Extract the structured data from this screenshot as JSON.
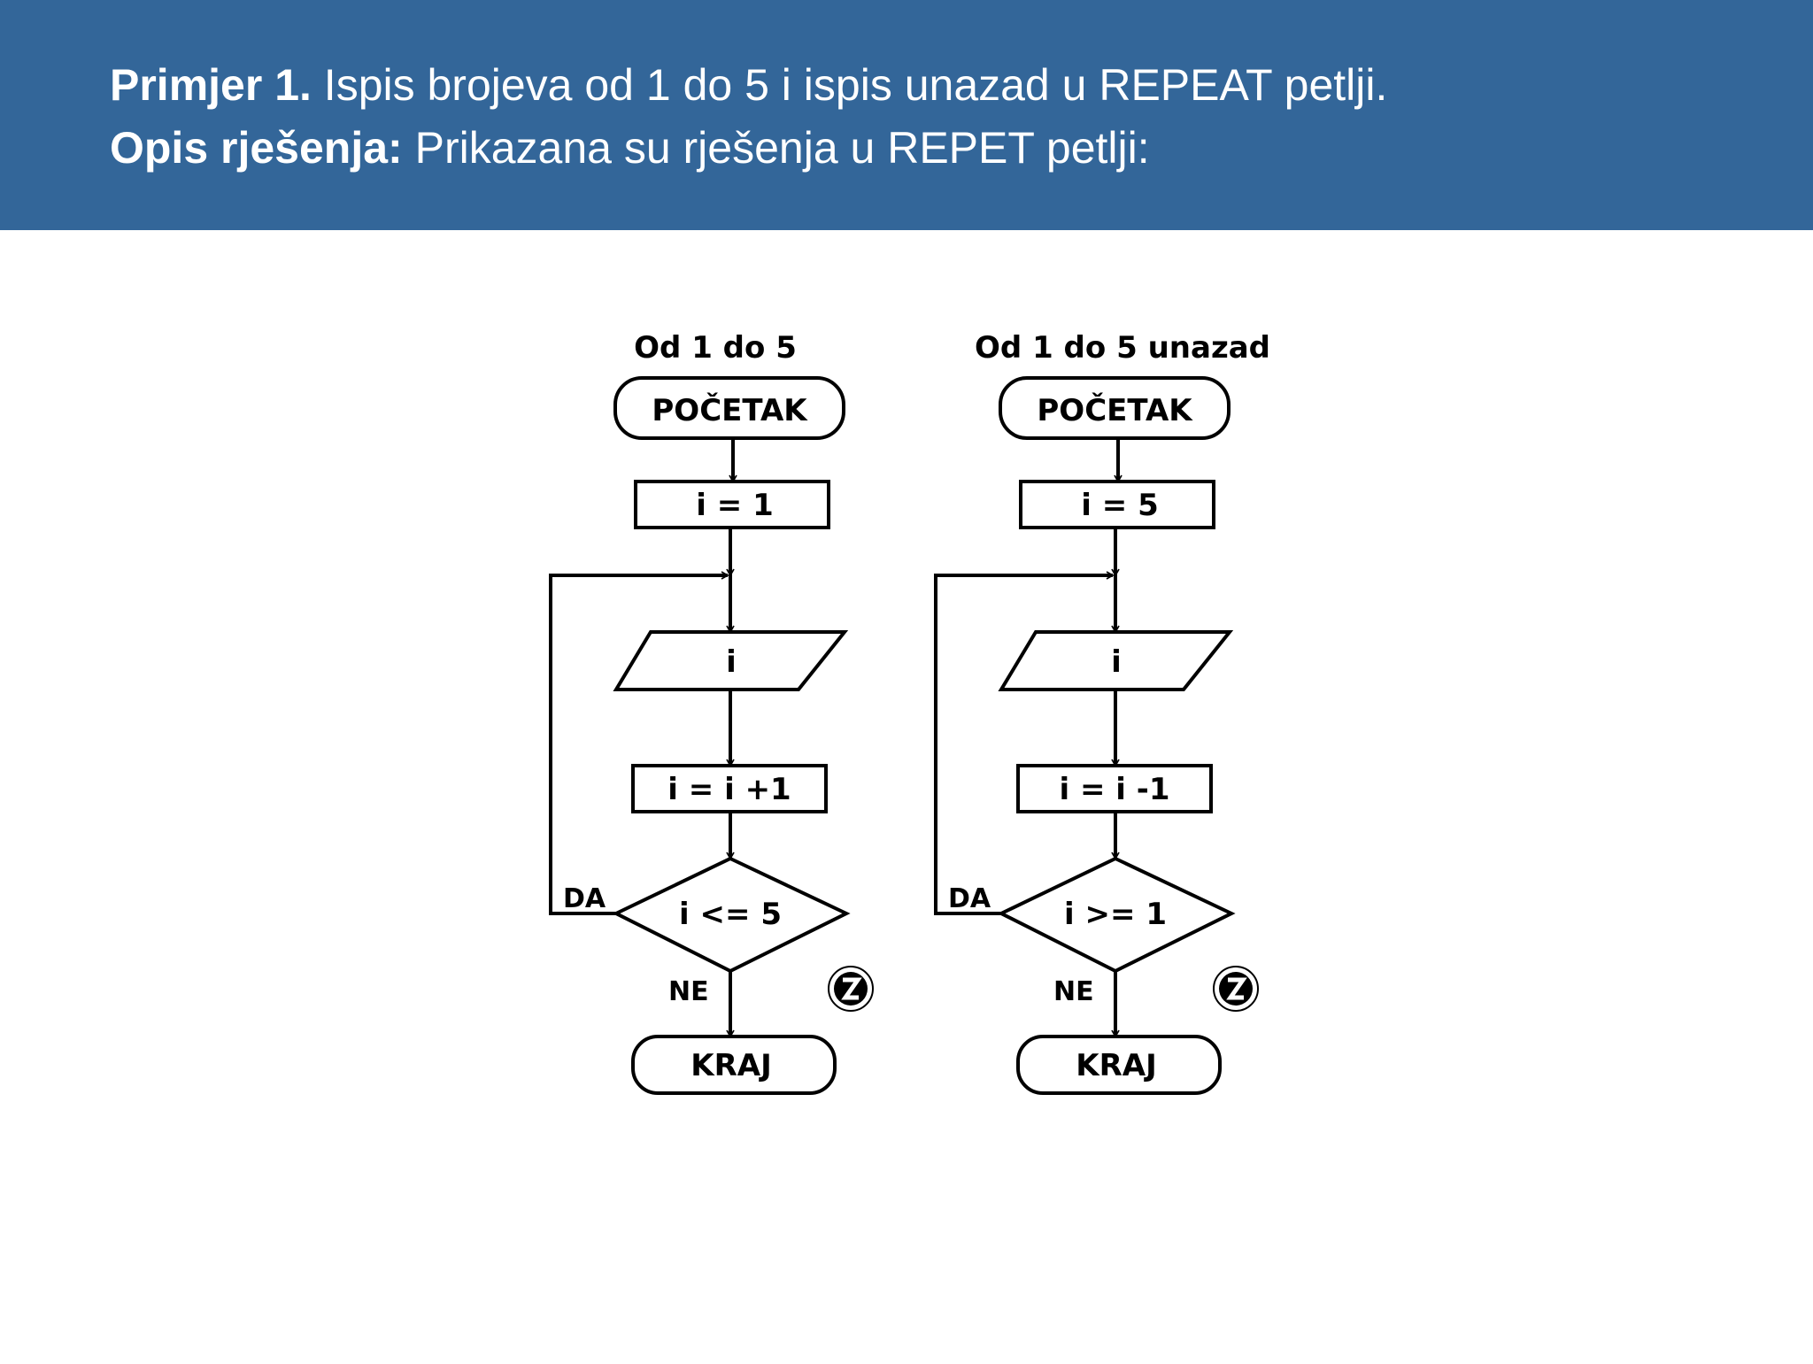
{
  "header": {
    "line1_bold": "Primjer 1.",
    "line1_text": " Ispis brojeva od 1 do 5 i ispis unazad u REPEAT petlji.",
    "line2_bold": "Opis rješenja:",
    "line2_text": " Prikazana su rješenja u REPET petlji:",
    "background_color": "#336699"
  },
  "flowcharts": [
    {
      "title": "Od 1 do 5",
      "start": "POČETAK",
      "init": "i = 1",
      "output": "i",
      "update": "i = i +1",
      "condition": "i <= 5",
      "yes_label": "DA",
      "no_label": "NE",
      "end": "KRAJ"
    },
    {
      "title": "Od 1 do 5 unazad",
      "start": "POČETAK",
      "init": "i = 5",
      "output": "i",
      "update": "i = i -1",
      "condition": "i >= 1",
      "yes_label": "DA",
      "no_label": "NE",
      "end": "KRAJ"
    }
  ],
  "icons": [
    "logo-badge-icon"
  ]
}
